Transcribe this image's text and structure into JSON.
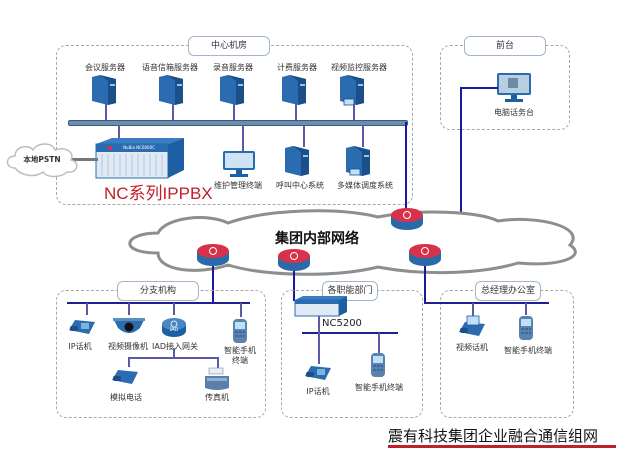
{
  "zones": {
    "center": {
      "title": "中心机房"
    },
    "front_desk": {
      "title": "前台"
    },
    "branch": {
      "title": "分支机构"
    },
    "departments": {
      "title": "各职能部门"
    },
    "gm_office": {
      "title": "总经理办公室"
    }
  },
  "center_servers": [
    {
      "label": "会议服务器"
    },
    {
      "label": "语音信箱服务器"
    },
    {
      "label": "录音服务器"
    },
    {
      "label": "计费服务器"
    },
    {
      "label": "视频监控服务器"
    }
  ],
  "center_lower": [
    {
      "label": "维护管理终端"
    },
    {
      "label": "呼叫中心系统"
    },
    {
      "label": "多媒体调度系统"
    }
  ],
  "pbx": {
    "title": "NC系列IPPBX",
    "badge": "NuBia NC6000C"
  },
  "pstn": {
    "label": "本地PSTN"
  },
  "front_desk_device": {
    "label": "电脑话务台"
  },
  "cloud": {
    "label": "集团内部网络"
  },
  "branch_devices": [
    {
      "label": "IP话机"
    },
    {
      "label": "视频摄像机"
    },
    {
      "label": "IAD接入网关"
    },
    {
      "label": "智能手机\n终端"
    },
    {
      "label": "模拟电话"
    },
    {
      "label": "传真机"
    }
  ],
  "iad_badge": "IAD",
  "dept": {
    "gateway": "NC5200",
    "devices": [
      {
        "label": "IP话机"
      },
      {
        "label": "智能手机终端"
      }
    ]
  },
  "gm_devices": [
    {
      "label": "视频话机"
    },
    {
      "label": "智能手机终端"
    }
  ],
  "footer": {
    "title": "震有科技集团企业融合通信组网",
    "accent": "#c0202a"
  },
  "colors": {
    "server": "#1d5fa3",
    "router": "#d8324a",
    "bus": "#1f1f8f",
    "title_red": "#c0202a"
  }
}
